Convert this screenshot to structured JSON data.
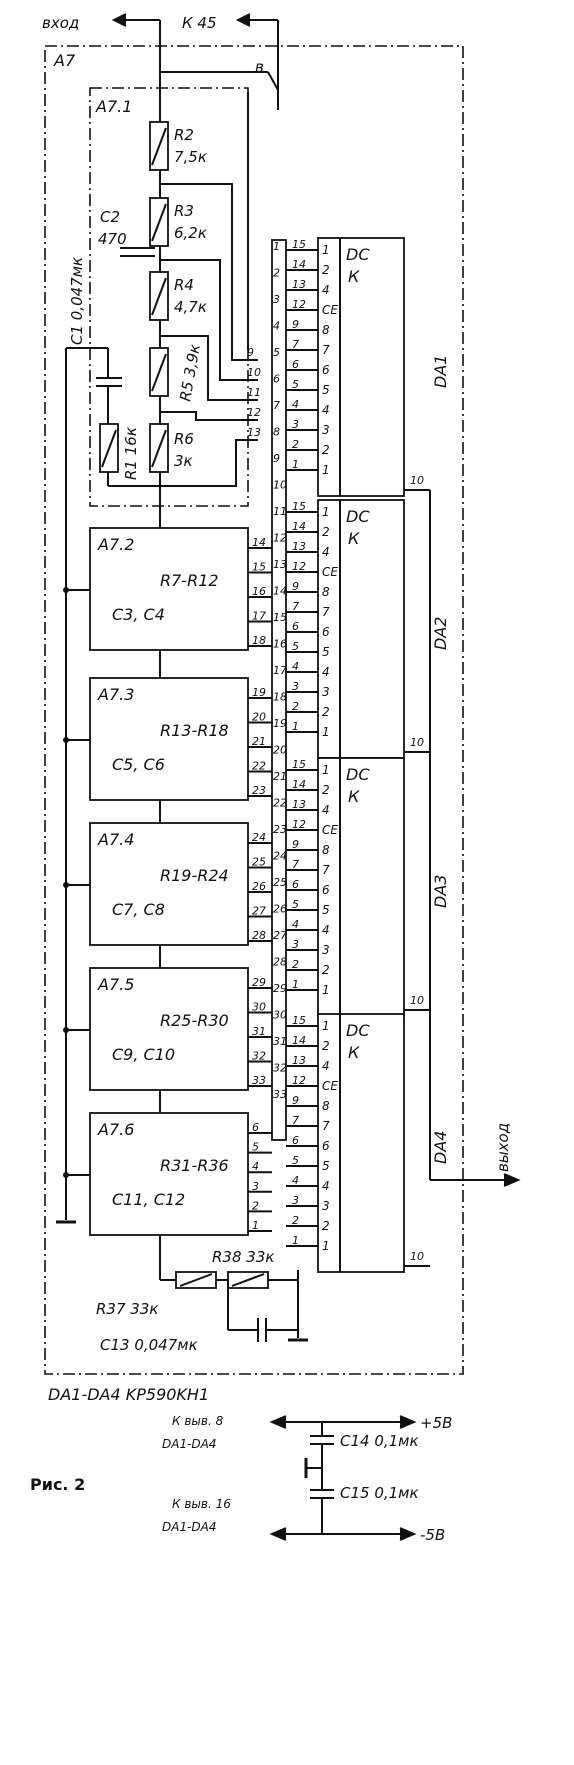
{
  "io": {
    "input": "вход",
    "k45": "К 45",
    "b_label": "в",
    "output": "выход"
  },
  "modules": {
    "a7": "A7",
    "a7_1": "A7.1",
    "sub": [
      {
        "name": "A7.2",
        "res": "R7-R12",
        "caps": "C3, C4",
        "pins": [
          "14",
          "15",
          "16",
          "17",
          "18"
        ]
      },
      {
        "name": "A7.3",
        "res": "R13-R18",
        "caps": "C5, C6",
        "pins": [
          "19",
          "20",
          "21",
          "22",
          "23"
        ]
      },
      {
        "name": "A7.4",
        "res": "R19-R24",
        "caps": "C7, C8",
        "pins": [
          "24",
          "25",
          "26",
          "27",
          "28"
        ]
      },
      {
        "name": "A7.5",
        "res": "R25-R30",
        "caps": "C9, C10",
        "pins": [
          "29",
          "30",
          "31",
          "32",
          "33"
        ]
      },
      {
        "name": "A7.6",
        "res": "R31-R36",
        "caps": "C11, C12",
        "pins": [
          "6",
          "5",
          "4",
          "3",
          "2",
          "1"
        ]
      }
    ]
  },
  "components": {
    "r2": "R2",
    "r2_val": "7,5к",
    "r3": "R3",
    "r3_val": "6,2к",
    "r4": "R4",
    "r4_val": "4,7к",
    "r5": "R5 3,9к",
    "r6": "R6",
    "r6_val": "3к",
    "r1": "R1 16к",
    "c1": "C1 0,047мк",
    "c2": "C2",
    "c2_val": "470",
    "r37": "R37 33к",
    "r38": "R38 33к",
    "c13": "C13 0,047мк",
    "c14": "C14 0,1мк",
    "c15": "C15 0,1мк"
  },
  "a71_pins": [
    "9",
    "10",
    "11",
    "12",
    "13"
  ],
  "connector_pins": {
    "dc1": [
      "1",
      "2",
      "3",
      "4",
      "5",
      "6",
      "7",
      "8",
      "9",
      "10",
      "11",
      "12",
      "13",
      "14",
      "15"
    ],
    "dc2": [
      "16",
      "17",
      "18",
      "19",
      "20",
      "21",
      "22",
      "23"
    ],
    "dc3": [
      "24",
      "25",
      "26",
      "27",
      "28",
      "29",
      "30"
    ],
    "dc4": [
      "31",
      "32",
      "33"
    ]
  },
  "chips": [
    {
      "name": "DA1",
      "dc": "DC",
      "k": "К",
      "out_pin": "10"
    },
    {
      "name": "DA2",
      "dc": "DC",
      "k": "К",
      "out_pin": "10"
    },
    {
      "name": "DA3",
      "dc": "DC",
      "k": "К",
      "out_pin": "10"
    },
    {
      "name": "DA4",
      "dc": "DC",
      "k": "К",
      "out_pin": "10"
    }
  ],
  "chip_inputs": [
    "1",
    "2",
    "4",
    "CE",
    "8",
    "7",
    "6",
    "5",
    "4",
    "3",
    "2",
    "1"
  ],
  "chip_pin_numbers": [
    "15",
    "14",
    "13",
    "12",
    "9",
    "7",
    "6",
    "5",
    "4",
    "3",
    "2",
    "1"
  ],
  "power": {
    "chip_type": "DA1-DA4 KP590KH1",
    "pin8_line1": "К выв. 8",
    "pin8_line2": "DA1-DA4",
    "plus": "+5В",
    "pin16_line1": "К выв. 16",
    "pin16_line2": "DA1-DA4",
    "minus": "-5В"
  },
  "caption": "Рис. 2"
}
